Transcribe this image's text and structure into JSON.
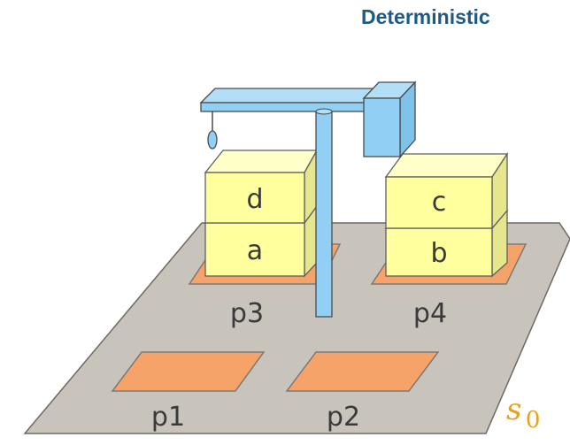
{
  "title": "Deterministic",
  "state": {
    "symbol": "s",
    "subscript": "0"
  },
  "pads": [
    {
      "id": "p1",
      "label": "p1"
    },
    {
      "id": "p2",
      "label": "p2"
    },
    {
      "id": "p3",
      "label": "p3"
    },
    {
      "id": "p4",
      "label": "p4"
    }
  ],
  "containers": [
    {
      "id": "d",
      "label": "d",
      "location": "p3",
      "on": "a"
    },
    {
      "id": "a",
      "label": "a",
      "location": "p3",
      "on": "pallet"
    },
    {
      "id": "c",
      "label": "c",
      "location": "p4",
      "on": "b"
    },
    {
      "id": "b",
      "label": "b",
      "location": "p4",
      "on": "pallet"
    }
  ],
  "colors": {
    "floor": "#c8c3bb",
    "pad": "#f6a36a",
    "container_front": "#ffff9e",
    "container_top": "#ffffc8",
    "crane": "#92cff4",
    "title": "#1f5a85",
    "state": "#e8a21a"
  }
}
